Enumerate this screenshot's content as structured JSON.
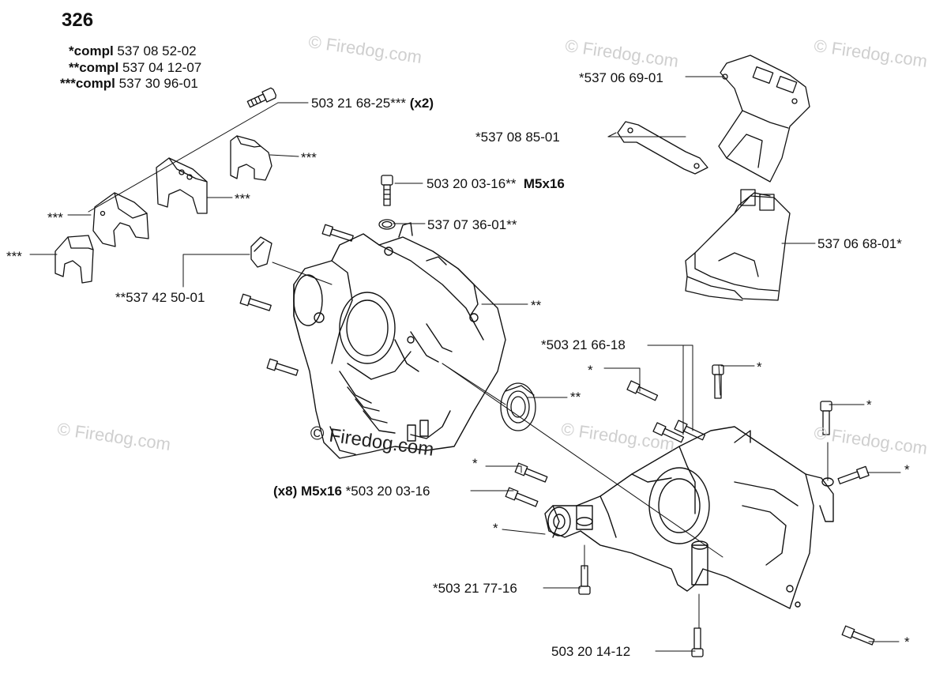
{
  "title": "326",
  "compl": [
    {
      "prefix": "*compl",
      "number": "537 08 52-02"
    },
    {
      "prefix": "**compl",
      "number": "537 04 12-07"
    },
    {
      "prefix": "***compl",
      "number": "537 30 96-01"
    }
  ],
  "labels": {
    "screw_x2": "503 21 68-25***",
    "screw_x2_qty": "(x2)",
    "triple_star_a": "***",
    "triple_star_b": "***",
    "triple_star_c": "***",
    "triple_star_d": "***",
    "screw_m5x16_top": "503 20 03-16**",
    "screw_m5x16_top_size": "M5x16",
    "ring": "537 07 36-01**",
    "dowel": "**537 42 50-01",
    "double_star_a": "**",
    "double_star_b": "**",
    "plate_top": "*537 06 69-01",
    "gasket": "*537 08 85-01",
    "cover": "537 06 68-01*",
    "screw_66_18": "*503 21 66-18",
    "star_a": "*",
    "star_b": "*",
    "star_c": "*",
    "star_d": "*",
    "star_e": "*",
    "star_f": "*",
    "star_g": "*",
    "screw_x8_qty": "(x8) M5x16",
    "screw_x8": "*503 20 03-16",
    "screw_77_16": "*503 21 77-16",
    "screw_14_12": "503 20 14-12"
  },
  "watermarks": [
    "© Firedog.com",
    "© Firedog.com",
    "© Firedog.com",
    "© Firedog.com",
    "© Firedog.com",
    "© Firedog.com",
    "© Firedog.com"
  ],
  "colors": {
    "line": "#111111",
    "watermark": "#cfcfcf",
    "background": "#ffffff"
  }
}
